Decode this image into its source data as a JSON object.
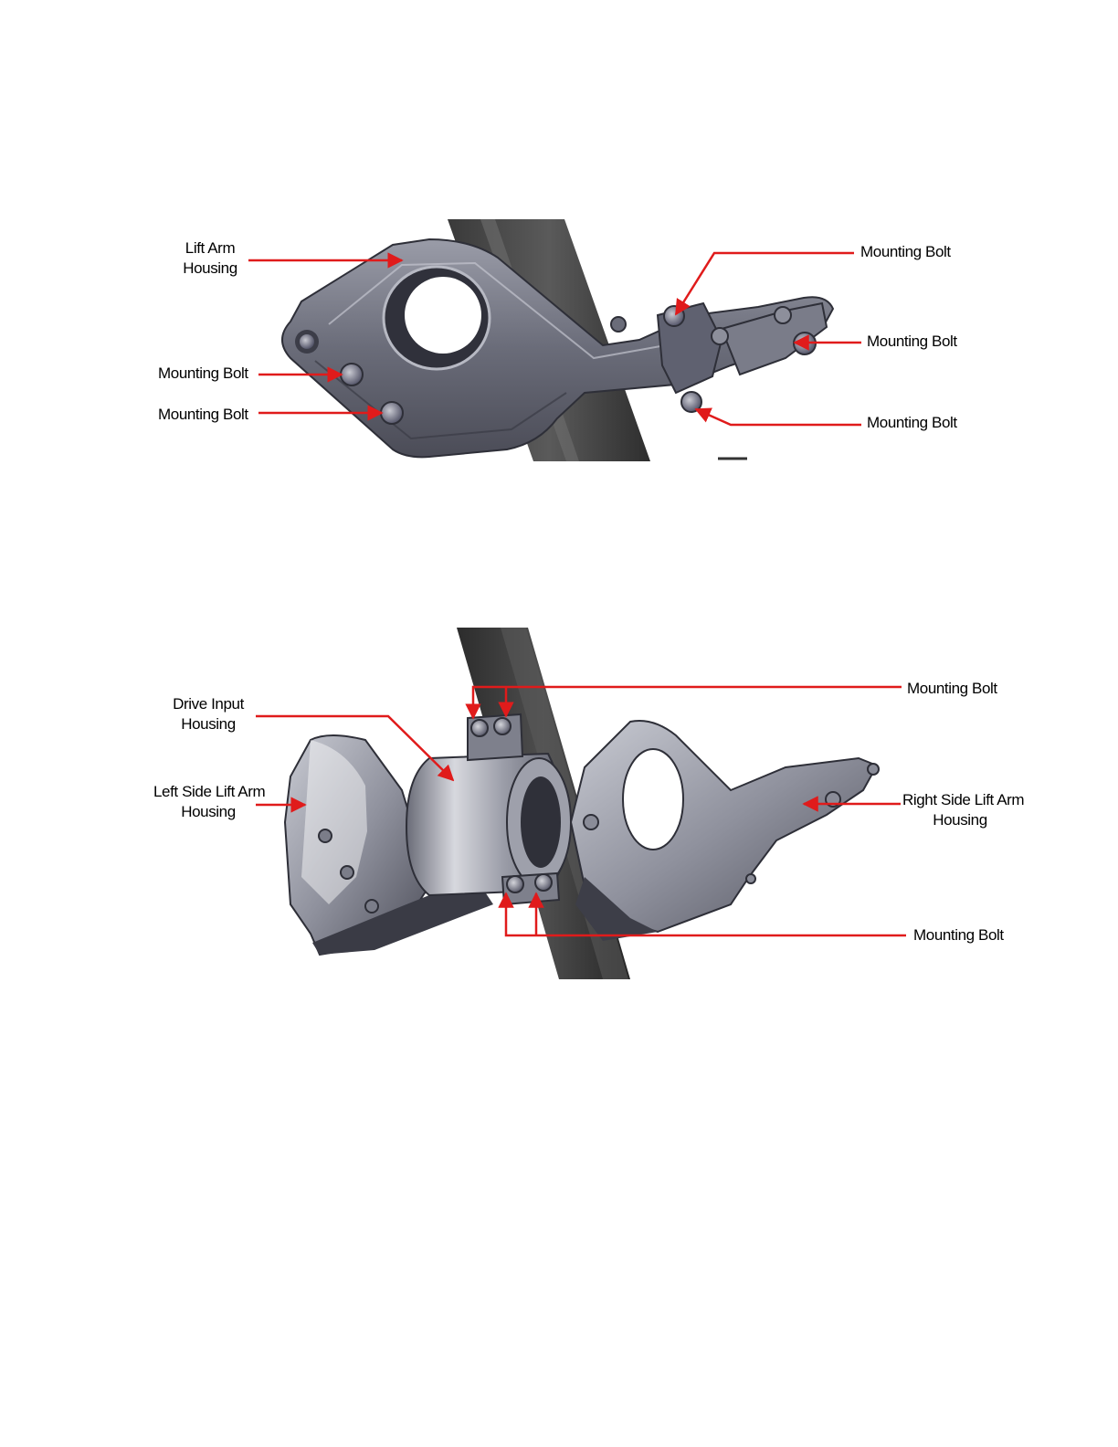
{
  "figure_top": {
    "labels": {
      "lift_arm_housing": [
        "Lift Arm",
        "Housing"
      ],
      "mounting_bolt_top_right": "Mounting Bolt",
      "mounting_bolt_mid_right": "Mounting Bolt",
      "mounting_bolt_left_upper": "Mounting Bolt",
      "mounting_bolt_left_lower": "Mounting Bolt",
      "mounting_bolt_bottom_right": "Mounting Bolt"
    }
  },
  "figure_bottom": {
    "labels": {
      "drive_input_housing": [
        "Drive Input",
        "Housing"
      ],
      "left_side_lift_arm_housing": [
        "Left Side Lift Arm",
        "Housing"
      ],
      "right_side_lift_arm_housing": [
        "Right Side Lift Arm",
        "Housing"
      ],
      "mounting_bolt_top": "Mounting Bolt",
      "mounting_bolt_bottom": "Mounting Bolt"
    }
  },
  "colors": {
    "arrow": "#e01b1b",
    "part_dark": "#4a4b57",
    "part_mid": "#6d6f7c",
    "part_light": "#a7a9b4",
    "frame_dark": "#2b2b2b"
  }
}
